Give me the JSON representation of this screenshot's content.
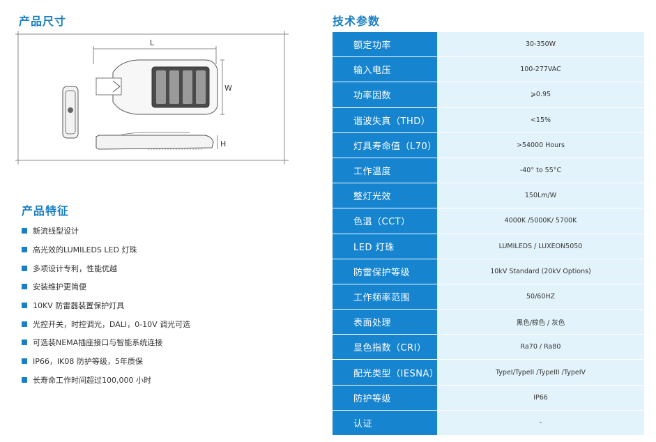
{
  "titles": {
    "dimensions": "产品尺寸",
    "features": "产品特征",
    "specs": "技术参数"
  },
  "drawing": {
    "label_l": "L",
    "label_w": "W",
    "label_h": "H"
  },
  "features": [
    "新流线型设计",
    "高光效的LUMILEDS LED 灯珠",
    "多项设计专利，性能优越",
    "安装维护更简便",
    "10KV 防雷器装置保护灯具",
    "光控开关，时控调光，DALI，0-10V 调光可选",
    "可选装NEMA插座接口与智能系统连接",
    "IP66，IK08 防护等级，5年质保",
    "长寿命工作时间超过100,000 小时"
  ],
  "specs": [
    {
      "key": "额定功率",
      "value": "30-350W"
    },
    {
      "key": "输入电压",
      "value": "100-277VAC"
    },
    {
      "key": "功率因数",
      "value": "⩾0.95"
    },
    {
      "key": "谐波失真（THD）",
      "value": "<15%"
    },
    {
      "key": "灯具寿命值（L70）",
      "value": ">54000 Hours"
    },
    {
      "key": "工作温度",
      "value": "-40° to 55°C"
    },
    {
      "key": "整灯光效",
      "value": "150Lm/W"
    },
    {
      "key": "色温（CCT）",
      "value": "4000K /5000K/ 5700K"
    },
    {
      "key": "LED 灯珠",
      "value": "LUMILEDS / LUXEON5050"
    },
    {
      "key": "防雷保护等级",
      "value": "10kV Standard (20kV Options)"
    },
    {
      "key": "工作频率范围",
      "value": "50/60HZ"
    },
    {
      "key": "表面处理",
      "value": "黑色/棕色 / 灰色"
    },
    {
      "key": "显色指数（CRI）",
      "value": "Ra70 /  Ra80"
    },
    {
      "key": "配光类型（IESNA）",
      "value": "TypeI/TypeII /TypeIII /TypeIV"
    },
    {
      "key": "防护等级",
      "value": "IP66"
    },
    {
      "key": "认证",
      "value": "-"
    }
  ]
}
